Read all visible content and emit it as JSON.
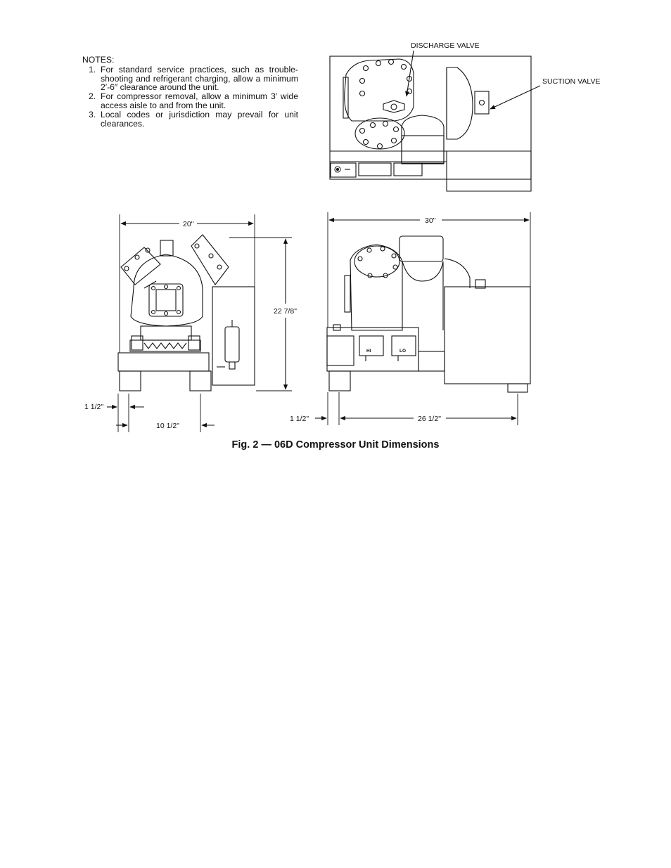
{
  "notes": {
    "heading": "NOTES:",
    "items": [
      {
        "num": "1.",
        "text": "For standard service practices, such as trouble-shooting and refrigerant charging, allow a minimum 2′-6″ clearance around the unit."
      },
      {
        "num": "2.",
        "text": "For compressor removal, allow a minimum 3′ wide access aisle to and from the unit."
      },
      {
        "num": "3.",
        "text": "Local codes or jurisdiction may prevail for unit clearances."
      }
    ]
  },
  "labels": {
    "discharge_valve": "DISCHARGE VALVE",
    "suction_valve": "SUCTION VALVE",
    "hi": "HI",
    "lo": "LO"
  },
  "dimensions": {
    "width_front": "20\"",
    "height": "22 7/8\"",
    "width_side": "30\"",
    "offset_front": "1 1/2\"",
    "foot_spacing": "10 1/2\"",
    "offset_side": "1 1/2\"",
    "foot_span_side": "26 1/2\""
  },
  "caption": "Fig. 2 — 06D Compressor Unit Dimensions"
}
